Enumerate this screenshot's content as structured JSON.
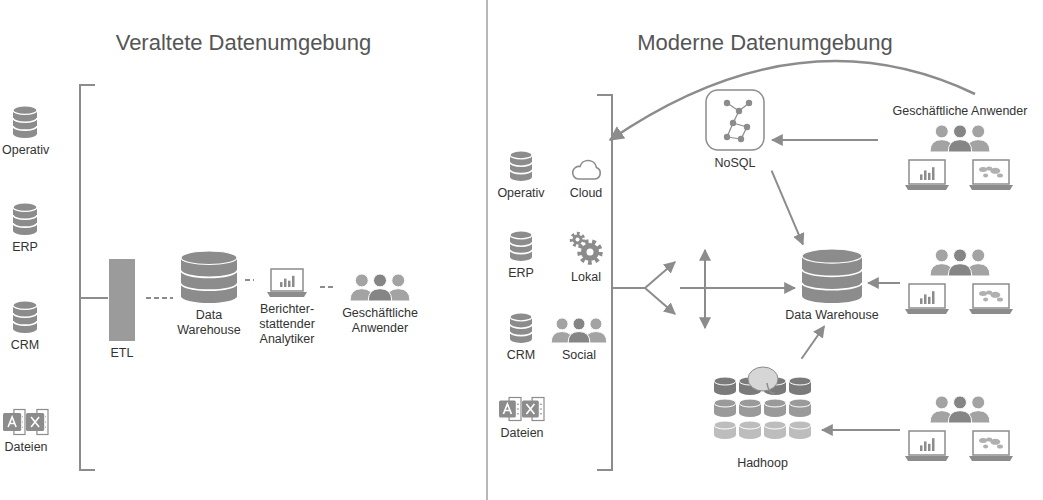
{
  "diagram": {
    "nodes": [
      {
        "text": [
          "Operativ"
        ]
      },
      {
        "text": [
          "ERP"
        ]
      },
      {
        "text": [
          "CRM"
        ]
      },
      {
        "text": [
          "Dateien"
        ]
      },
      {
        "text": [
          "ETL"
        ]
      },
      {
        "text": [
          "Data Warehouse"
        ]
      },
      {
        "text": [
          "Berichter- stattender Analytiker"
        ]
      },
      {
        "text": [
          "Geschäftliche Anwender"
        ]
      },
      {
        "text": [
          "Operativ"
        ]
      },
      {
        "text": [
          "Cloud"
        ]
      },
      {
        "text": [
          "ERP"
        ]
      },
      {
        "text": [
          "Lokal"
        ]
      },
      {
        "text": [
          "CRM"
        ]
      },
      {
        "text": [
          "Social"
        ]
      },
      {
        "text": [
          "Dateien"
        ]
      },
      {
        "text": [
          "NoSQL"
        ]
      },
      {
        "text": [
          "Data Warehouse"
        ]
      },
      {
        "text": [
          "Hadhoop"
        ]
      },
      {
        "text": [
          "Geschäftliche Anwender"
        ]
      }
    ],
    "edges": [
      {
        "from": 4,
        "to": 5,
        "arrow": "none"
      },
      {
        "from": 5,
        "to": 6,
        "arrow": "none"
      },
      {
        "from": 6,
        "to": 7,
        "arrow": "none"
      },
      {
        "from": 18,
        "to": 15,
        "arrow": "to"
      },
      {
        "from": 15,
        "to": 16,
        "arrow": "to"
      },
      {
        "from": 17,
        "to": 16,
        "arrow": "to"
      }
    ],
    "labels": [
      "Veraltete Datenumgebung",
      "Moderne Datenumgebung"
    ]
  }
}
